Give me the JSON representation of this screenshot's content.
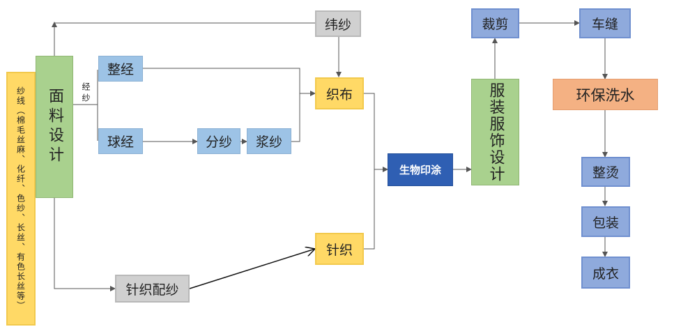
{
  "nodes": {
    "yarn": "纱线（棉毛丝麻、化纤、色纱、长丝、有色长丝等）",
    "fabric_design": "面料设计",
    "weft_yarn": "纬纱",
    "warping": "整经",
    "ball_warp": "球经",
    "split_yarn": "分纱",
    "sizing": "浆纱",
    "weaving": "织布",
    "knitting": "针织",
    "knitting_yarn": "针织配纱",
    "bio_printing": "生物印涂",
    "garment_design": "服装服饰设计",
    "cutting": "裁剪",
    "sewing": "车缝",
    "eco_wash": "环保洗水",
    "ironing": "整烫",
    "packing": "包装",
    "finished": "成衣"
  },
  "labels": {
    "warp_yarn": "经纱"
  }
}
